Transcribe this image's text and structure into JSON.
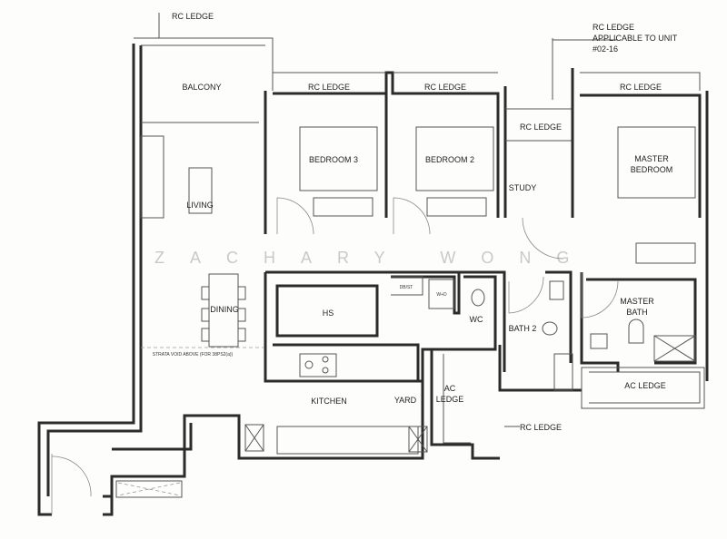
{
  "plan": {
    "labels": {
      "rc_ledge_top_left": "RC LEDGE",
      "balcony": "BALCONY",
      "rc_ledge_bed3": "RC LEDGE",
      "rc_ledge_bed2": "RC LEDGE",
      "rc_ledge_master": "RC LEDGE",
      "rc_ledge_study": "RC LEDGE",
      "rc_ledge_note_1": "RC LEDGE",
      "rc_ledge_note_2": "APPLICABLE TO UNIT",
      "rc_ledge_note_3": "#02-16",
      "bedroom3": "BEDROOM 3",
      "bedroom2": "BEDROOM 2",
      "study": "STUDY",
      "master_bedroom_1": "MASTER",
      "master_bedroom_2": "BEDROOM",
      "living": "LIVING",
      "dining": "DINING",
      "hs": "HS",
      "dbst": "DB/ST",
      "wd": "W+D",
      "wc": "WC",
      "bath2": "BATH 2",
      "master_bath_1": "MASTER",
      "master_bath_2": "BATH",
      "kitchen": "KITCHEN",
      "yard": "YARD",
      "ac_ledge_yard_1": "AC",
      "ac_ledge_yard_2": "LEDGE",
      "ac_ledge_master": "AC LEDGE",
      "rc_ledge_bottom": "RC LEDGE",
      "strata_void": "STRATA VOID ABOVE (FOR 38PS2(a))"
    },
    "watermark": "ZACHARY WONG"
  }
}
